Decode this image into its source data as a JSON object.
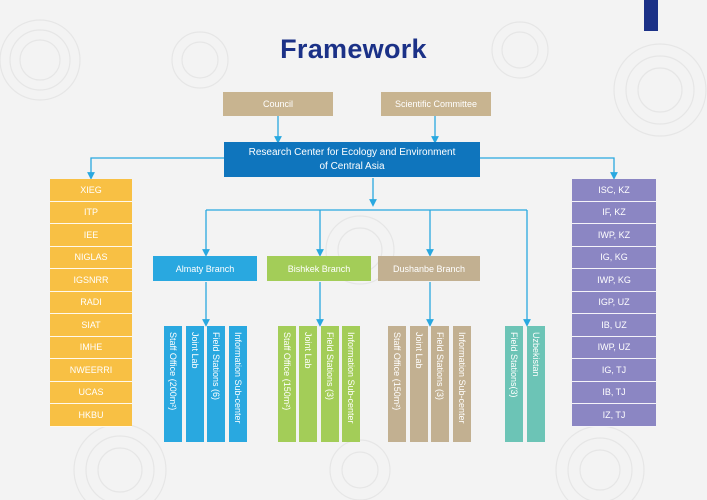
{
  "title": "Framework",
  "top": {
    "council": "Council",
    "committee": "Scientific Committee"
  },
  "center": {
    "line1": "Research Center for Ecology and Environment",
    "line2": "of Central Asia"
  },
  "left_institutes": [
    "XIEG",
    "ITP",
    "IEE",
    "NIGLAS",
    "IGSNRR",
    "RADI",
    "SIAT",
    "IMHE",
    "NWEERRI",
    "UCAS",
    "HKBU"
  ],
  "right_institutes": [
    "ISC, KZ",
    "IF, KZ",
    "IWP, KZ",
    "IG, KG",
    "IWP, KG",
    "IGP, UZ",
    "IB, UZ",
    "IWP, UZ",
    "IG, TJ",
    "IB, TJ",
    "IZ, TJ"
  ],
  "branches": [
    "Almaty Branch",
    "Bishkek Branch",
    "Dushanbe Branch"
  ],
  "almaty_units": [
    "Staff Office (200m²)",
    "Joint Lab",
    "Field Stations (6)",
    "Information Sub-center"
  ],
  "bishkek_units": [
    "Staff Office (150m²)",
    "Joint Lab",
    "Field Stations (3)",
    "Information Sub-center"
  ],
  "dushanbe_units": [
    "Staff Office (150m²)",
    "Joint Lab",
    "Field Stations (3)",
    "Information Sub-center"
  ],
  "uzbekistan_units": [
    "Field Stations(3)",
    "Uzbekistan"
  ],
  "colors": {
    "title": "#1b3187",
    "center": "#0f75bd",
    "connector": "#29a8e0",
    "left": "#f8c044",
    "right": "#8b86c3",
    "tan": "#c8b490",
    "almaty": "#29a8e0",
    "bishkek": "#a3cd58",
    "dushanbe": "#c2b091",
    "uzbek": "#6cc4b6"
  }
}
